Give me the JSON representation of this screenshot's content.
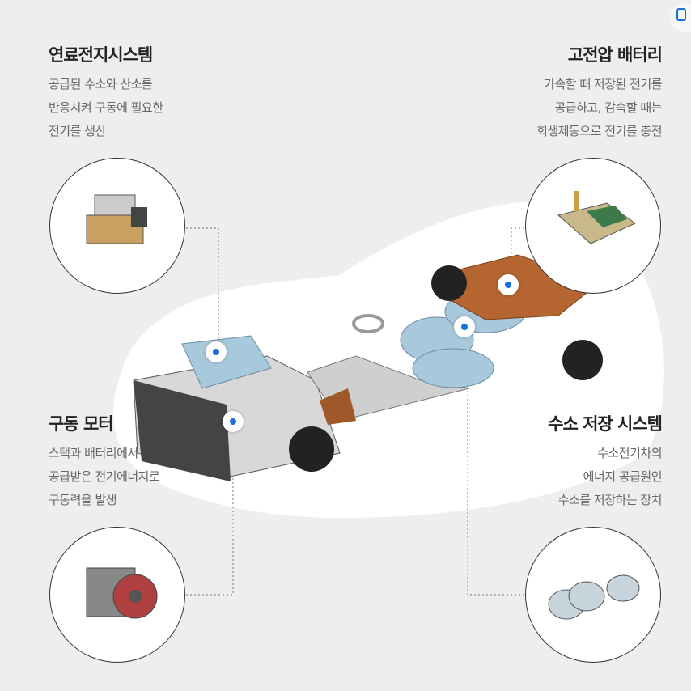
{
  "components": [
    {
      "title": "연료전지시스템",
      "desc": [
        "공급된 수소와 산소를",
        "반응시켜 구동에 필요한",
        "전기를 생산"
      ]
    },
    {
      "title": "고전압 배터리",
      "desc": [
        "가속할 때 저장된 전기를",
        "공급하고, 감속할 때는",
        "회생제동으로 전기를 충전"
      ]
    },
    {
      "title": "구동 모터",
      "desc": [
        "스택과 배터리에서",
        "공급받은 전기에너지로",
        "구동력을 발생"
      ]
    },
    {
      "title": "수소 저장 시스템",
      "desc": [
        "수소전기차의",
        "에너지 공급원인",
        "수소를 저장하는 장치"
      ]
    }
  ],
  "colors": {
    "background": "#eeeeee",
    "hotspot": "#1a6fe0",
    "battery": "#b5652f",
    "tank": "#a8c8dc"
  }
}
